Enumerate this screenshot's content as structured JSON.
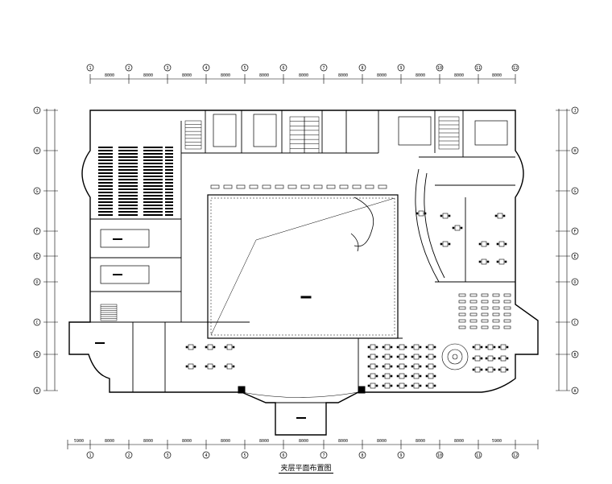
{
  "title": "夹层平面布置图",
  "top_dims": [
    "8000",
    "8000",
    "8000",
    "8000",
    "8000",
    "8000",
    "8000",
    "8000",
    "8000",
    "8000",
    "8000"
  ],
  "bottom_dims": [
    "5900",
    "8000",
    "8000",
    "8000",
    "8000",
    "8000",
    "8000",
    "8000",
    "8000",
    "8000",
    "8000",
    "5900"
  ],
  "axis_numbers": [
    "1",
    "2",
    "3",
    "4",
    "5",
    "6",
    "7",
    "8",
    "9",
    "10",
    "11",
    "12"
  ],
  "axis_letters": [
    "A",
    "B",
    "C",
    "D",
    "E",
    "F",
    "G",
    "H",
    "J"
  ]
}
